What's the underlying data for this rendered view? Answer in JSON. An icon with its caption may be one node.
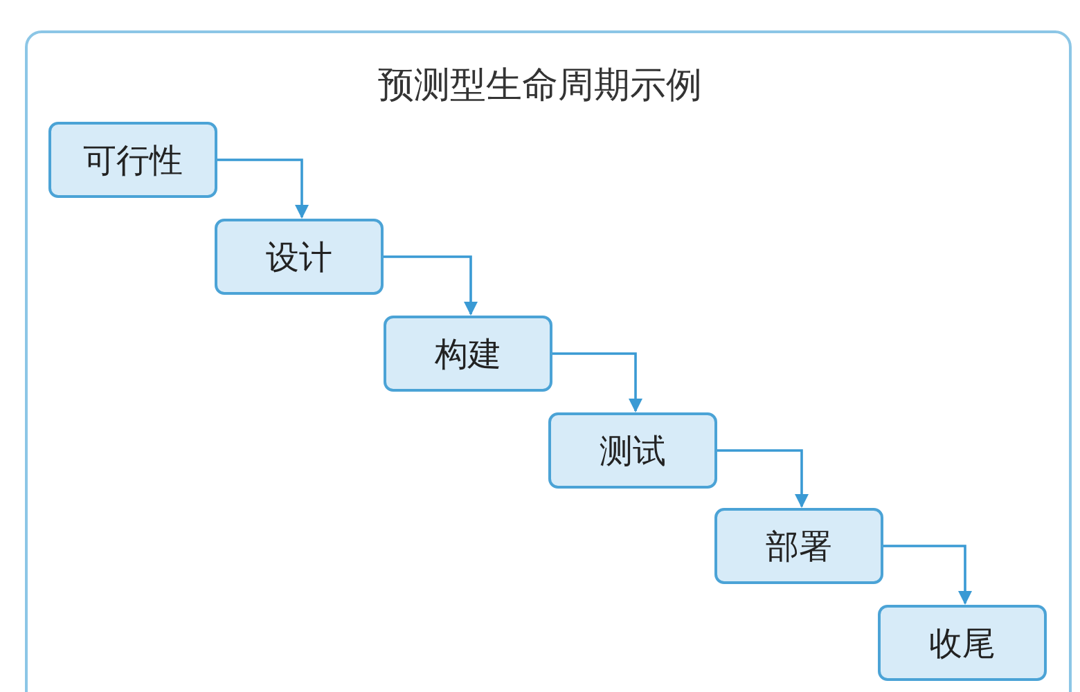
{
  "diagram": {
    "title": "预测型生命周期示例",
    "nodes": [
      {
        "text": [
          "可行性"
        ]
      },
      {
        "text": [
          "设计"
        ]
      },
      {
        "text": [
          "构建"
        ]
      },
      {
        "text": [
          "测试"
        ]
      },
      {
        "text": [
          "部署"
        ]
      },
      {
        "text": [
          "收尾"
        ]
      }
    ],
    "edges": [
      {
        "from": 0,
        "to": 1,
        "arrow": "to"
      },
      {
        "from": 1,
        "to": 2,
        "arrow": "to"
      },
      {
        "from": 2,
        "to": 3,
        "arrow": "to"
      },
      {
        "from": 3,
        "to": 4,
        "arrow": "to"
      },
      {
        "from": 4,
        "to": 5,
        "arrow": "to"
      }
    ]
  }
}
